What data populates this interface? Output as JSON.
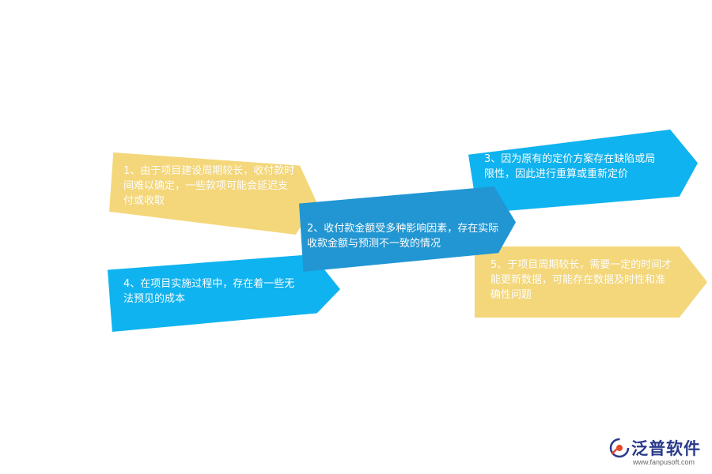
{
  "boxes": [
    {
      "id": "box-1",
      "text": "1、由于项目建设周期较长，收付款时间难以确定，一些款项可能会延迟支付或收取",
      "color": "#f4d77a"
    },
    {
      "id": "box-2",
      "text": "2、收付款金额受多种影响因素，存在实际收款金额与预测不一致的情况",
      "color": "#2196d3"
    },
    {
      "id": "box-3",
      "text": "3、因为原有的定价方案存在缺陷或局限性，因此进行重算或重新定价",
      "color": "#0fb3ef"
    },
    {
      "id": "box-4",
      "text": "4、在项目实施过程中，存在着一些无法预见的成本",
      "color": "#0fb3ef"
    },
    {
      "id": "box-5",
      "text": "5、于项目周期较长，需要一定的时间才能更新数据，可能存在数据及时性和准确性问题",
      "color": "#f4d77a"
    }
  ],
  "logo": {
    "name": "泛普软件",
    "url": "www.fanpusoft.com",
    "icon": "fanpu-logo-icon"
  }
}
